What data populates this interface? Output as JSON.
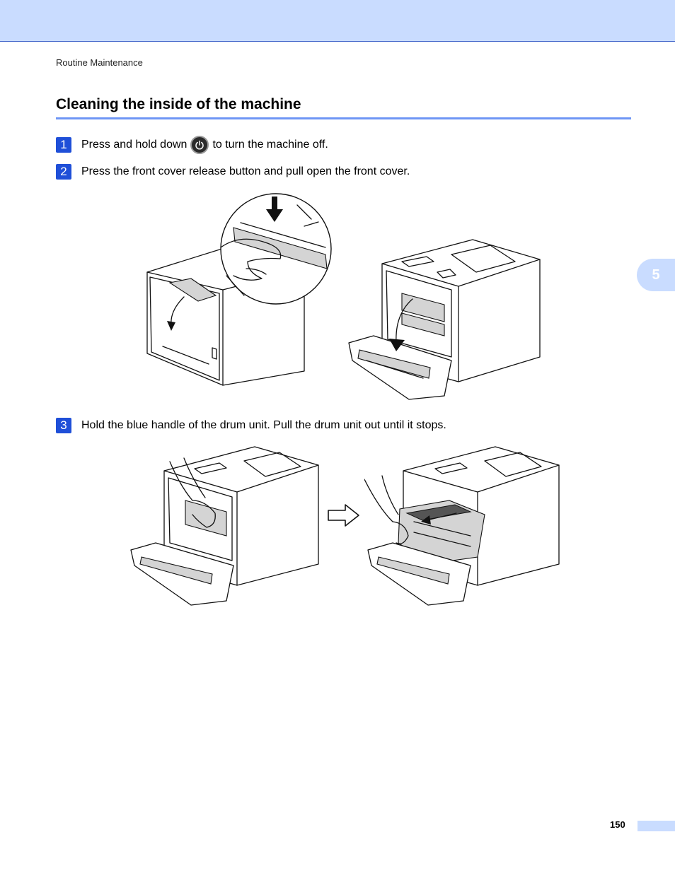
{
  "header": {
    "breadcrumb": "Routine Maintenance"
  },
  "section": {
    "title": "Cleaning the inside of the machine"
  },
  "steps": [
    {
      "number": "1",
      "text_before": "Press and hold down",
      "icon": "power-button-icon",
      "text_after": "to turn the machine off."
    },
    {
      "number": "2",
      "text": "Press the front cover release button and pull open the front cover."
    },
    {
      "number": "3",
      "text": "Hold the blue handle of the drum unit. Pull the drum unit out until it stops."
    }
  ],
  "side_tab": {
    "chapter": "5"
  },
  "footer": {
    "page_number": "150"
  },
  "colors": {
    "accent": "#1f4fd8",
    "band": "#c9dcff",
    "rule": "#6e96f5"
  }
}
